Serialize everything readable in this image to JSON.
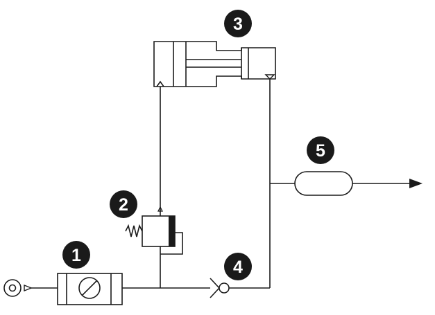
{
  "labels": {
    "filter": "1",
    "valve": "2",
    "cylinder": "3",
    "check_valve": "4",
    "accumulator": "5"
  },
  "colors": {
    "line": "#1a1a1a",
    "badge": "#1a1a1a",
    "badge_text": "#ffffff",
    "background": "#ffffff"
  }
}
